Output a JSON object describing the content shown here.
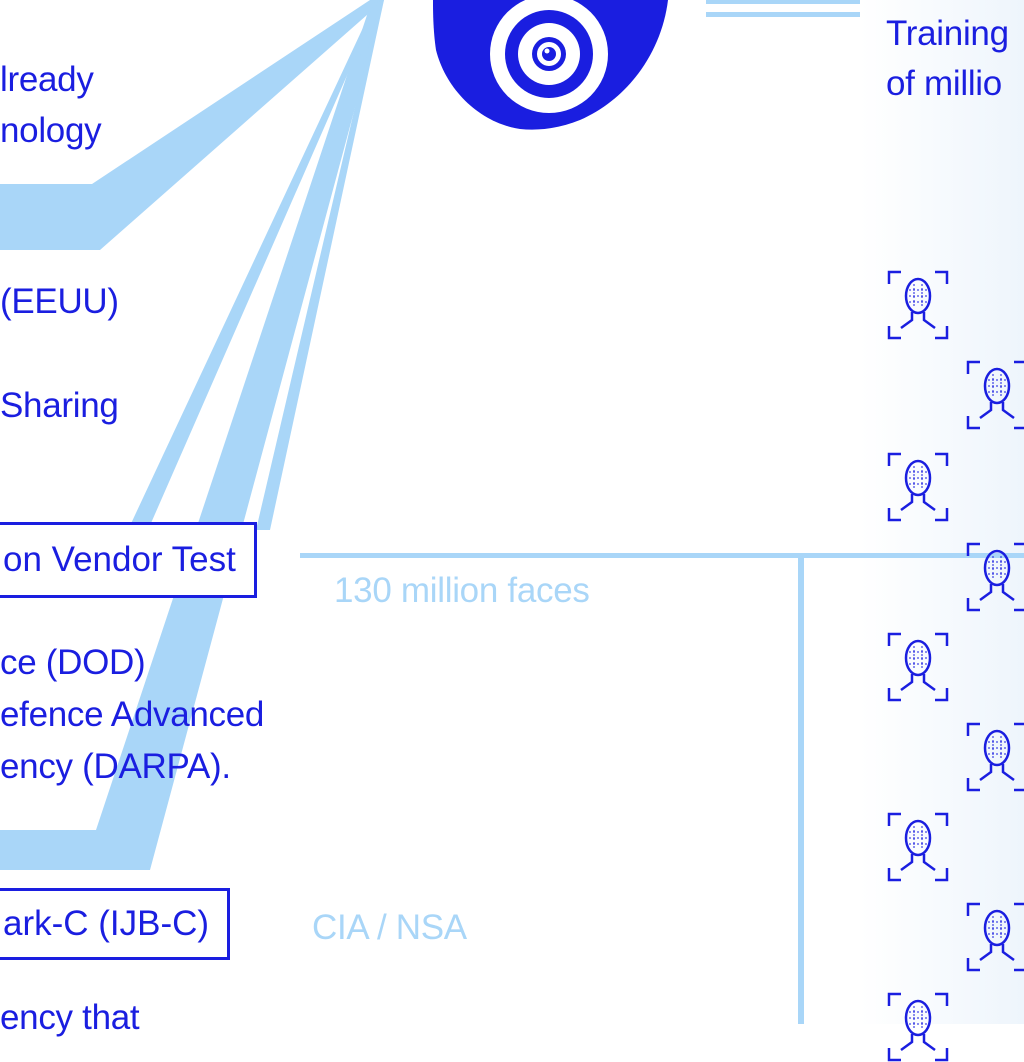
{
  "diagram": {
    "left_labels": {
      "already_line": "lready",
      "technology_line": "nology",
      "eeuu": "(EEUU)",
      "sharing": "Sharing",
      "dod_line1": "ce (DOD)",
      "dod_line2": "efence Advanced",
      "dod_line3": "ency (DARPA).",
      "bottom_partial": "ency that"
    },
    "boxes": {
      "vendor_test": "on Vendor Test",
      "ijb_c": "ark-C (IJB-C)"
    },
    "annotations": {
      "faces_count": "130 million faces",
      "agencies": "CIA / NSA"
    },
    "right_header": {
      "line1": "Training",
      "line2": "of millio"
    },
    "colors": {
      "primary": "#1a1ee0",
      "light": "#a9d6f8",
      "background": "#ffffff",
      "panel": "#eef5fc"
    },
    "icons": [
      "camera-icon",
      "face-scan-icon"
    ]
  }
}
